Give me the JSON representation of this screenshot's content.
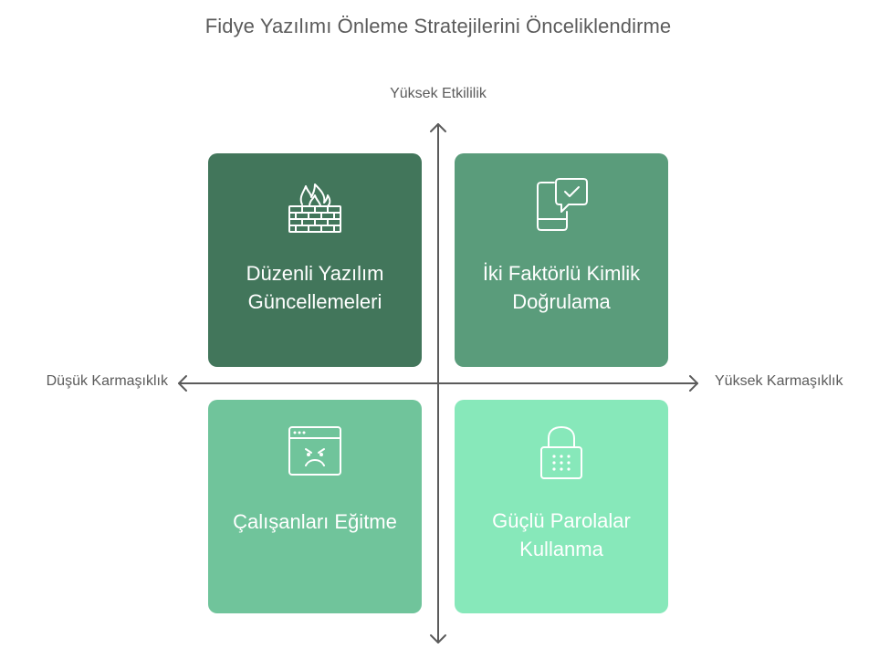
{
  "title": "Fidye Yazılımı Önleme Stratejilerini Önceliklendirme",
  "axes": {
    "y_top": "Yüksek Etkililik",
    "x_left": "Düşük Karmaşıklık",
    "x_right": "Yüksek Karmaşıklık"
  },
  "quadrants": [
    {
      "id": "top-left",
      "label": "Düzenli Yazılım Güncellemeleri",
      "icon": "firewall-icon",
      "color": "#42765b"
    },
    {
      "id": "top-right",
      "label": "İki Faktörlü Kimlik Doğrulama",
      "icon": "phone-verification-icon",
      "color": "#5a9c7b"
    },
    {
      "id": "bottom-left",
      "label": "Çalışanları Eğitme",
      "icon": "angry-browser-icon",
      "color": "#70c49b"
    },
    {
      "id": "bottom-right",
      "label": "Güçlü Parolalar Kullanma",
      "icon": "padlock-icon",
      "color": "#87e8ba"
    }
  ]
}
